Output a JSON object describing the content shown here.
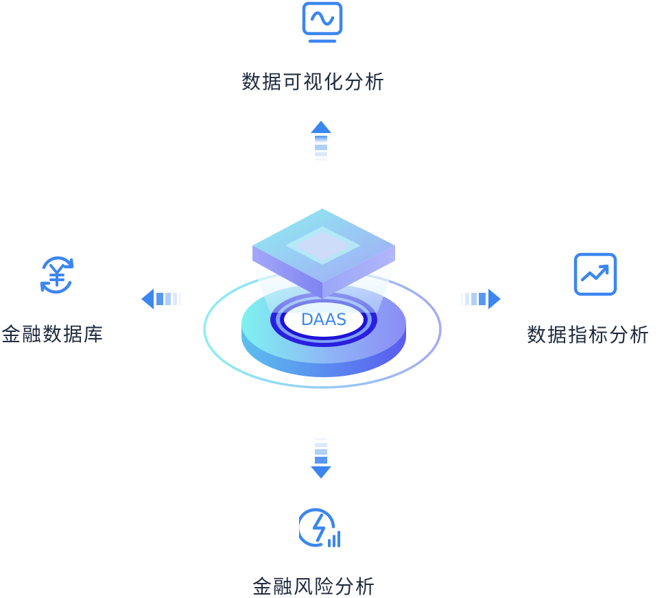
{
  "nodes": {
    "top": {
      "label": "数据可视化分析",
      "icon": "monitor-wave-icon"
    },
    "left": {
      "label": "金融数据库",
      "icon": "yuan-cycle-icon"
    },
    "right": {
      "label": "数据指标分析",
      "icon": "trend-chart-icon"
    },
    "bottom": {
      "label": "金融风险分析",
      "icon": "lightning-bars-icon"
    }
  },
  "center": {
    "label": "DAAS"
  },
  "colors": {
    "accent": "#3b86f0",
    "text": "#1f2a3d",
    "cyan": "#7eeef0",
    "purple": "#8b8cf5",
    "ring_inner": "#2a1fe0"
  }
}
